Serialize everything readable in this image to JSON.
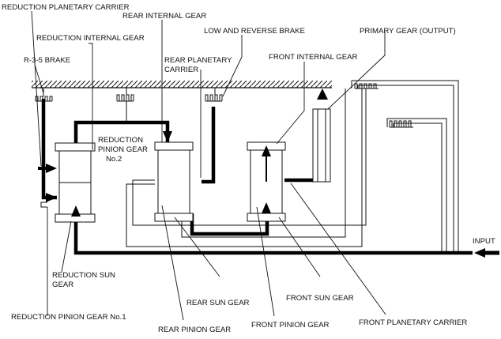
{
  "labels": {
    "reduction_planetary_carrier": "REDUCTION PLANETARY CARRIER",
    "rear_internal_gear": "REAR INTERNAL GEAR",
    "reduction_internal_gear": "REDUCTION INTERNAL GEAR",
    "low_and_reverse_brake": "LOW AND REVERSE BRAKE",
    "primary_gear_output": "PRIMARY GEAR (OUTPUT)",
    "r35_brake": "R-3-5 BRAKE",
    "rear_planetary_carrier_l1": "REAR PLANETARY",
    "rear_planetary_carrier_l2": "CARRIER",
    "front_internal_gear": "FRONT INTERNAL GEAR",
    "reduction_pinion_gear2_l1": "REDUCTION",
    "reduction_pinion_gear2_l2": "PINION GEAR",
    "reduction_pinion_gear2_l3": "No.2",
    "input": "INPUT",
    "reduction_sun_gear_l1": "REDUCTION SUN",
    "reduction_sun_gear_l2": "GEAR",
    "rear_sun_gear": "REAR SUN GEAR",
    "front_sun_gear": "FRONT SUN GEAR",
    "reduction_pinion_gear1": "REDUCTION PINION GEAR No.1",
    "rear_pinion_gear": "REAR PINION GEAR",
    "front_pinion_gear": "FRONT PINION GEAR",
    "front_planetary_carrier": "FRONT PLANETARY CARRIER"
  }
}
